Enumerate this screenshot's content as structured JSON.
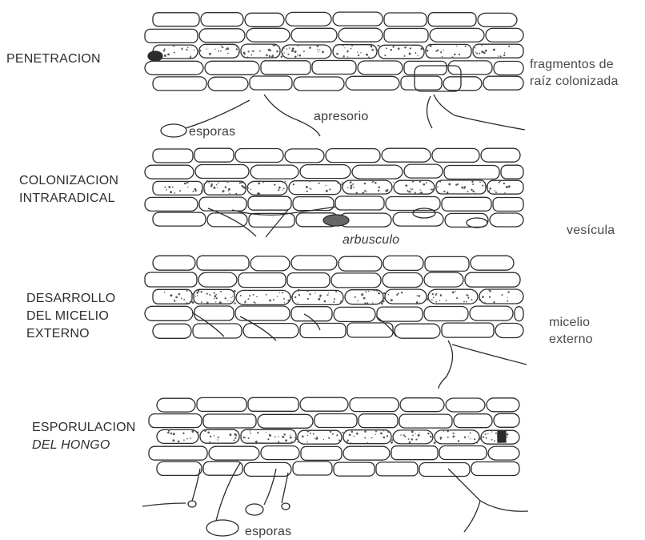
{
  "stages": [
    {
      "lines": [
        "PENETRACION"
      ],
      "italic": false
    },
    {
      "lines": [
        "COLONIZACION",
        "INTRARADICAL"
      ],
      "italic": false
    },
    {
      "lines": [
        "DESARROLLO",
        "DEL MICELIO",
        "EXTERNO"
      ],
      "italic": false
    },
    {
      "lines": [
        "ESPORULACION",
        "DEL HONGO"
      ],
      "italic": [
        false,
        true
      ]
    }
  ],
  "annotations": {
    "fragments": [
      "fragmentos de",
      "raíz colonizada"
    ],
    "apresorio": "apresorio",
    "esporas_top": "esporas",
    "arbusculo": "arbusculo",
    "vesicula": "vesícula",
    "micelio": [
      "micelio",
      "externo"
    ],
    "esporas_bottom": "esporas"
  },
  "colors": {
    "ink": "#2b2b2b",
    "stipple": "#555555",
    "background": "#ffffff"
  }
}
